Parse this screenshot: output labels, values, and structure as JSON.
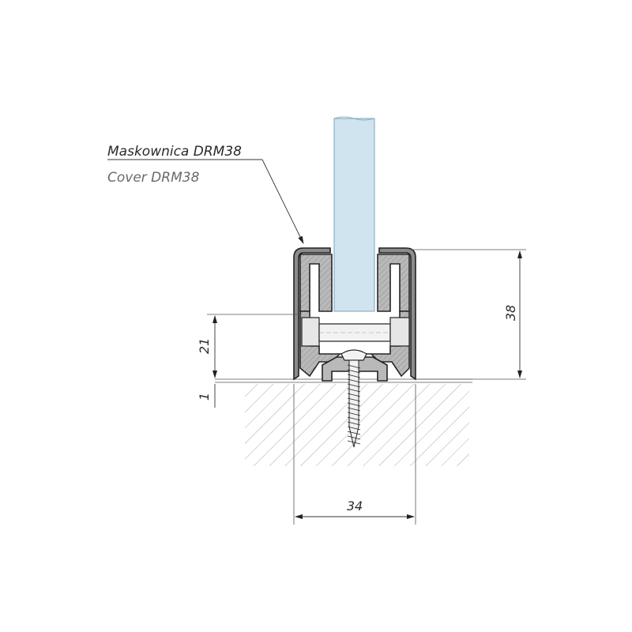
{
  "labels": {
    "primary": "Maskownica DRM38",
    "secondary": "Cover DRM38"
  },
  "dimensions": {
    "height_total": "38",
    "height_bolt": "21",
    "gap": "1",
    "width": "34"
  },
  "colors": {
    "glass": "#cfe4ef",
    "glass_edge": "#8fb0c2",
    "profile": "#b9b9b9",
    "profile_dark": "#8c8c8c",
    "line": "#222222",
    "hatch": "#9a9a9a"
  }
}
